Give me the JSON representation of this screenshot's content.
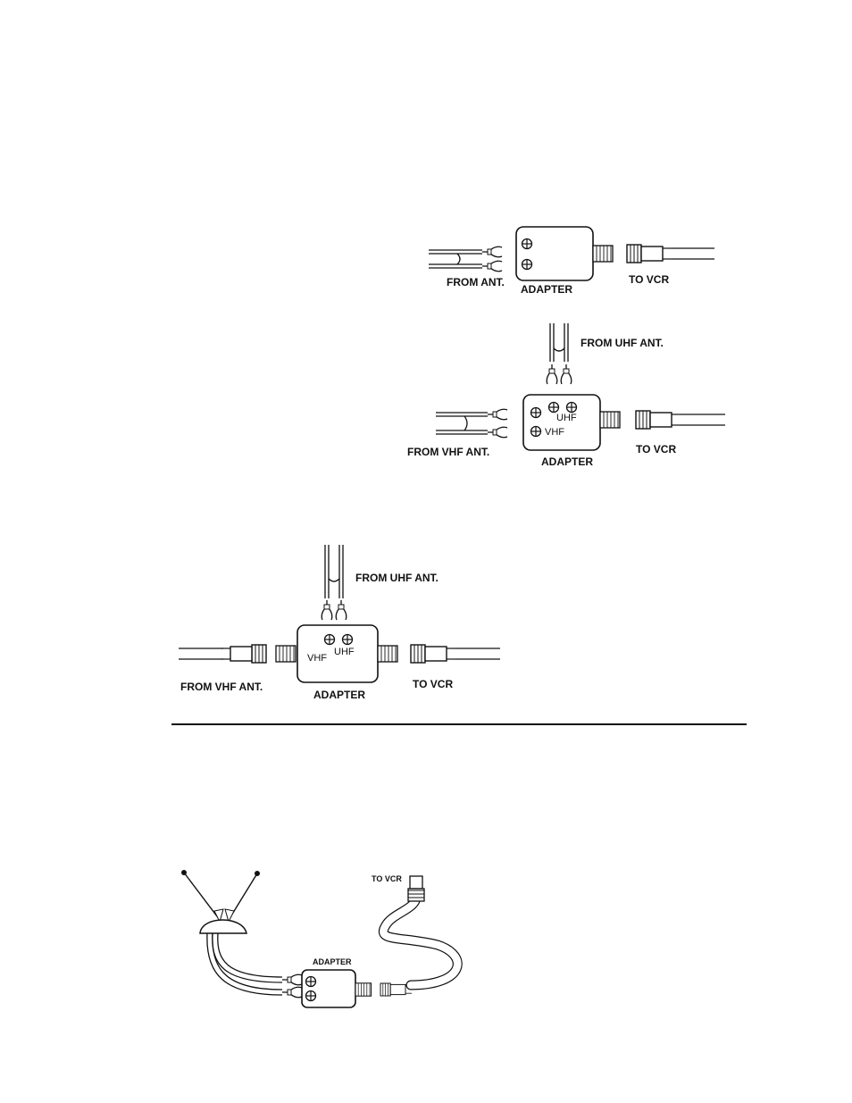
{
  "diagram1": {
    "from_label": "FROM ANT.",
    "adapter_label": "ADAPTER",
    "to_label": "TO VCR"
  },
  "diagram2": {
    "uhf_label": "FROM UHF ANT.",
    "vhf_label": "FROM VHF ANT.",
    "adapter_label": "ADAPTER",
    "to_label": "TO VCR",
    "terminal_uhf": "UHF",
    "terminal_vhf": "VHF"
  },
  "diagram3": {
    "uhf_label": "FROM UHF ANT.",
    "vhf_label": "FROM VHF ANT.",
    "adapter_label": "ADAPTER",
    "to_label": "TO VCR",
    "terminal_uhf": "UHF",
    "terminal_vhf": "VHF"
  },
  "diagram4": {
    "to_label": "TO VCR",
    "adapter_label": "ADAPTER"
  }
}
